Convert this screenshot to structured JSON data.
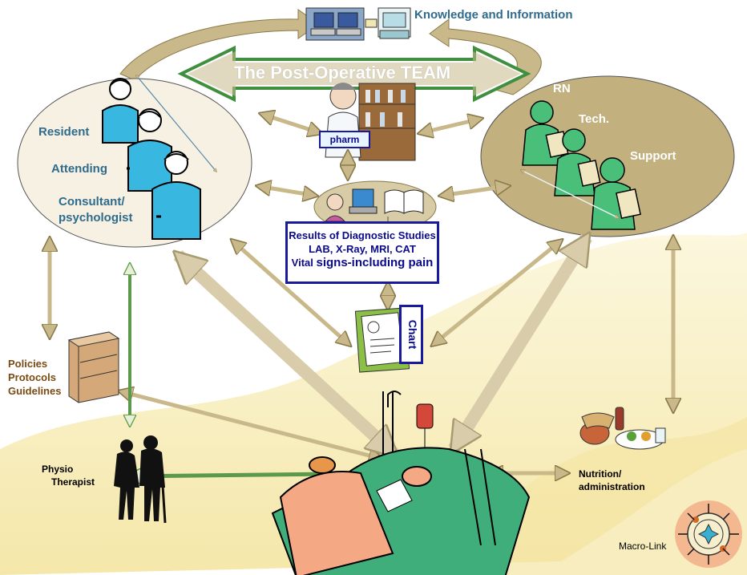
{
  "title": "The Post-Operative TEAM",
  "knowledge_label": "Knowledge and Information",
  "physicians": [
    "Resident",
    "Attending",
    "Consultant/",
    "psychologist"
  ],
  "nursing": [
    "RN",
    "Tech.",
    "Support"
  ],
  "pharm_label": "pharm",
  "results": {
    "line1": "Results of Diagnostic Studies",
    "line2": "LAB, X-Ray, MRI, CAT",
    "line3_small": "Vital ",
    "line3_big": "signs-including pain"
  },
  "chart_label": "Chart",
  "policies": [
    "Policies",
    "Protocols",
    "Guidelines"
  ],
  "physio": [
    "Physio",
    "Therapist"
  ],
  "nutrition": [
    "Nutrition/",
    "administration"
  ],
  "macro_link": "Macro-Link",
  "colors": {
    "arrow_fill": "#c9b98a",
    "arrow_stroke": "#8a7a4a",
    "team_arrow": "#ffffff",
    "team_border": "#3f8f3f",
    "left_ellipse": "#f6f1e2",
    "right_ellipse": "#c2b07e",
    "wash": "#f7eeb8",
    "accent_blue": "#1a1a9c",
    "teal_text": "#2f6b8c"
  },
  "icons": [
    "computer-network-icon",
    "physician-figure-icon",
    "pharmacist-icon",
    "nurse-figure-icon",
    "computer-book-icon",
    "chart-clipboard-icon",
    "file-cabinet-icon",
    "elderly-couple-icon",
    "patient-bed-icon",
    "iv-drip-icon",
    "food-plate-icon",
    "macro-link-icon"
  ]
}
